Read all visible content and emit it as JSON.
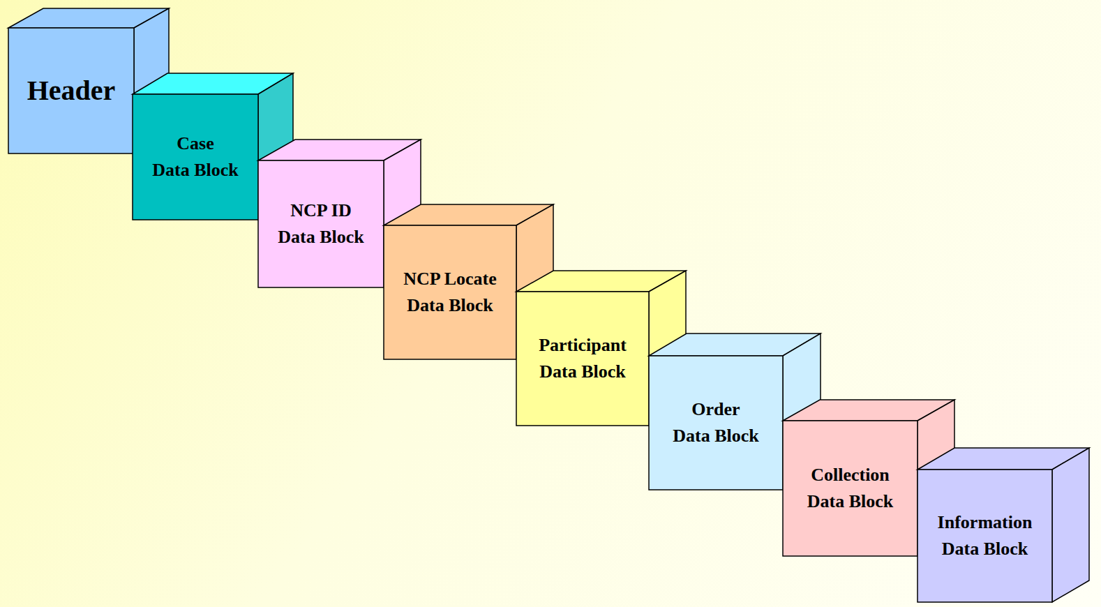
{
  "diagram": {
    "nodes": [
      {
        "text": [
          "Header"
        ]
      },
      {
        "text": [
          "Case Data Block"
        ]
      },
      {
        "text": [
          "NCP ID Data Block"
        ]
      },
      {
        "text": [
          "NCP Locate Data Block"
        ]
      },
      {
        "text": [
          "Participant Data Block"
        ]
      },
      {
        "text": [
          "Order Data Block"
        ]
      },
      {
        "text": [
          "Collection Data Block"
        ]
      },
      {
        "text": [
          "Information Data Block"
        ]
      }
    ]
  }
}
